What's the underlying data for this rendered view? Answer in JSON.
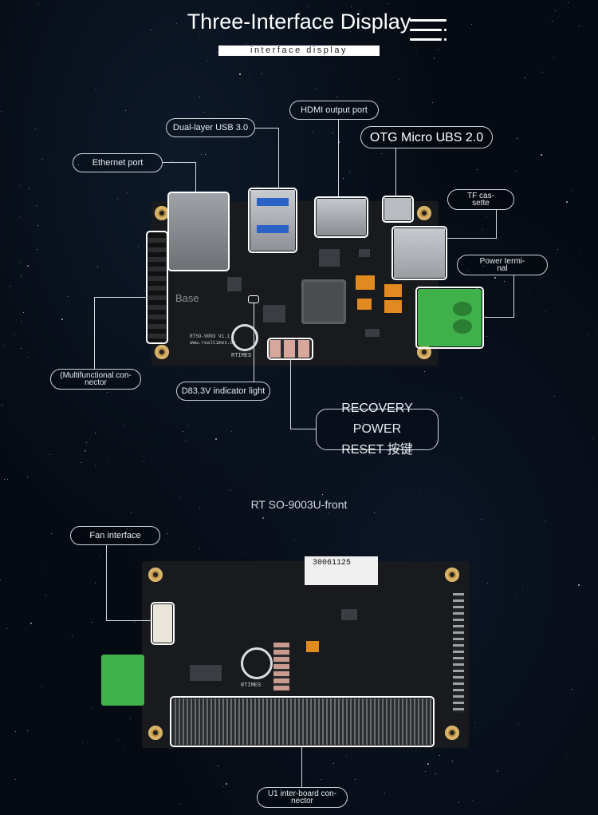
{
  "header": {
    "title": "Three-Interface Display",
    "subtitle": "interface display",
    "menu_icon": "menu-icon"
  },
  "callouts": {
    "hdmi": "HDMI output port",
    "usb": "Dual-layer USB 3.0",
    "otg": "OTG Micro UBS 2.0",
    "ethernet": "Ethernet port",
    "tf": "TF cas-\nsette",
    "power": "Power termi-\nnal",
    "multifunction": "(Multifunctional con-\nnector",
    "indicator": "D83.3V indicator light",
    "recovery_line1": "RECOVERY POWER",
    "recovery_line2": "RESET 按键",
    "fan": "Fan interface",
    "u1": "U1 inter-board con-\nnector"
  },
  "board_front": {
    "caption": "RT SO-9003U-front"
  },
  "board_silk": {
    "base": "Base",
    "model": "RTSO-9003 V1.1",
    "site": "www.realtimes.cn",
    "brand": "RTIMES",
    "serial": "30061125"
  },
  "colors": {
    "background": "#060a12",
    "board": "#181a1d",
    "terminal_green": "#3fb04a",
    "gold": "#b68a3c",
    "outline": "#ffffff"
  }
}
